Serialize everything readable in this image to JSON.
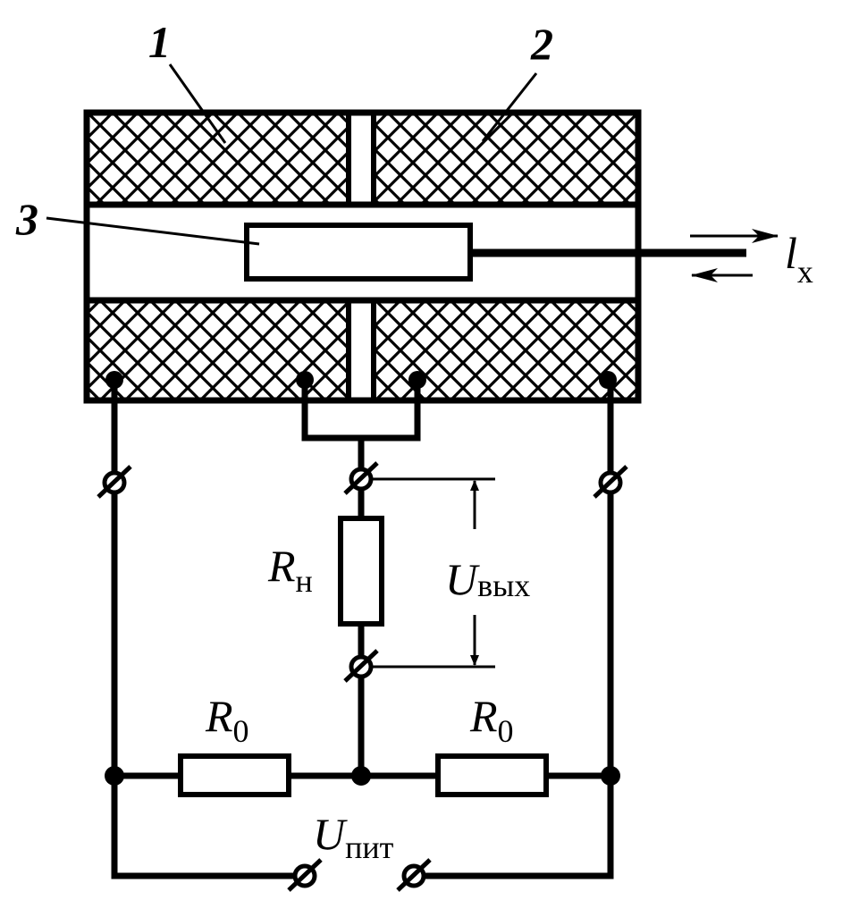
{
  "callouts": [
    "1",
    "2",
    "3"
  ],
  "displacement": {
    "symbol": "l",
    "sub": "x"
  },
  "load_resistor": {
    "symbol": "R",
    "sub": "н"
  },
  "output_voltage": {
    "symbol": "U",
    "sub": "вых"
  },
  "bridge_resistors": [
    {
      "symbol": "R",
      "sub": "0"
    },
    {
      "symbol": "R",
      "sub": "0"
    }
  ],
  "supply_voltage": {
    "symbol": "U",
    "sub": "пит"
  },
  "colors": {
    "ink": "#000000",
    "background": "#ffffff"
  }
}
